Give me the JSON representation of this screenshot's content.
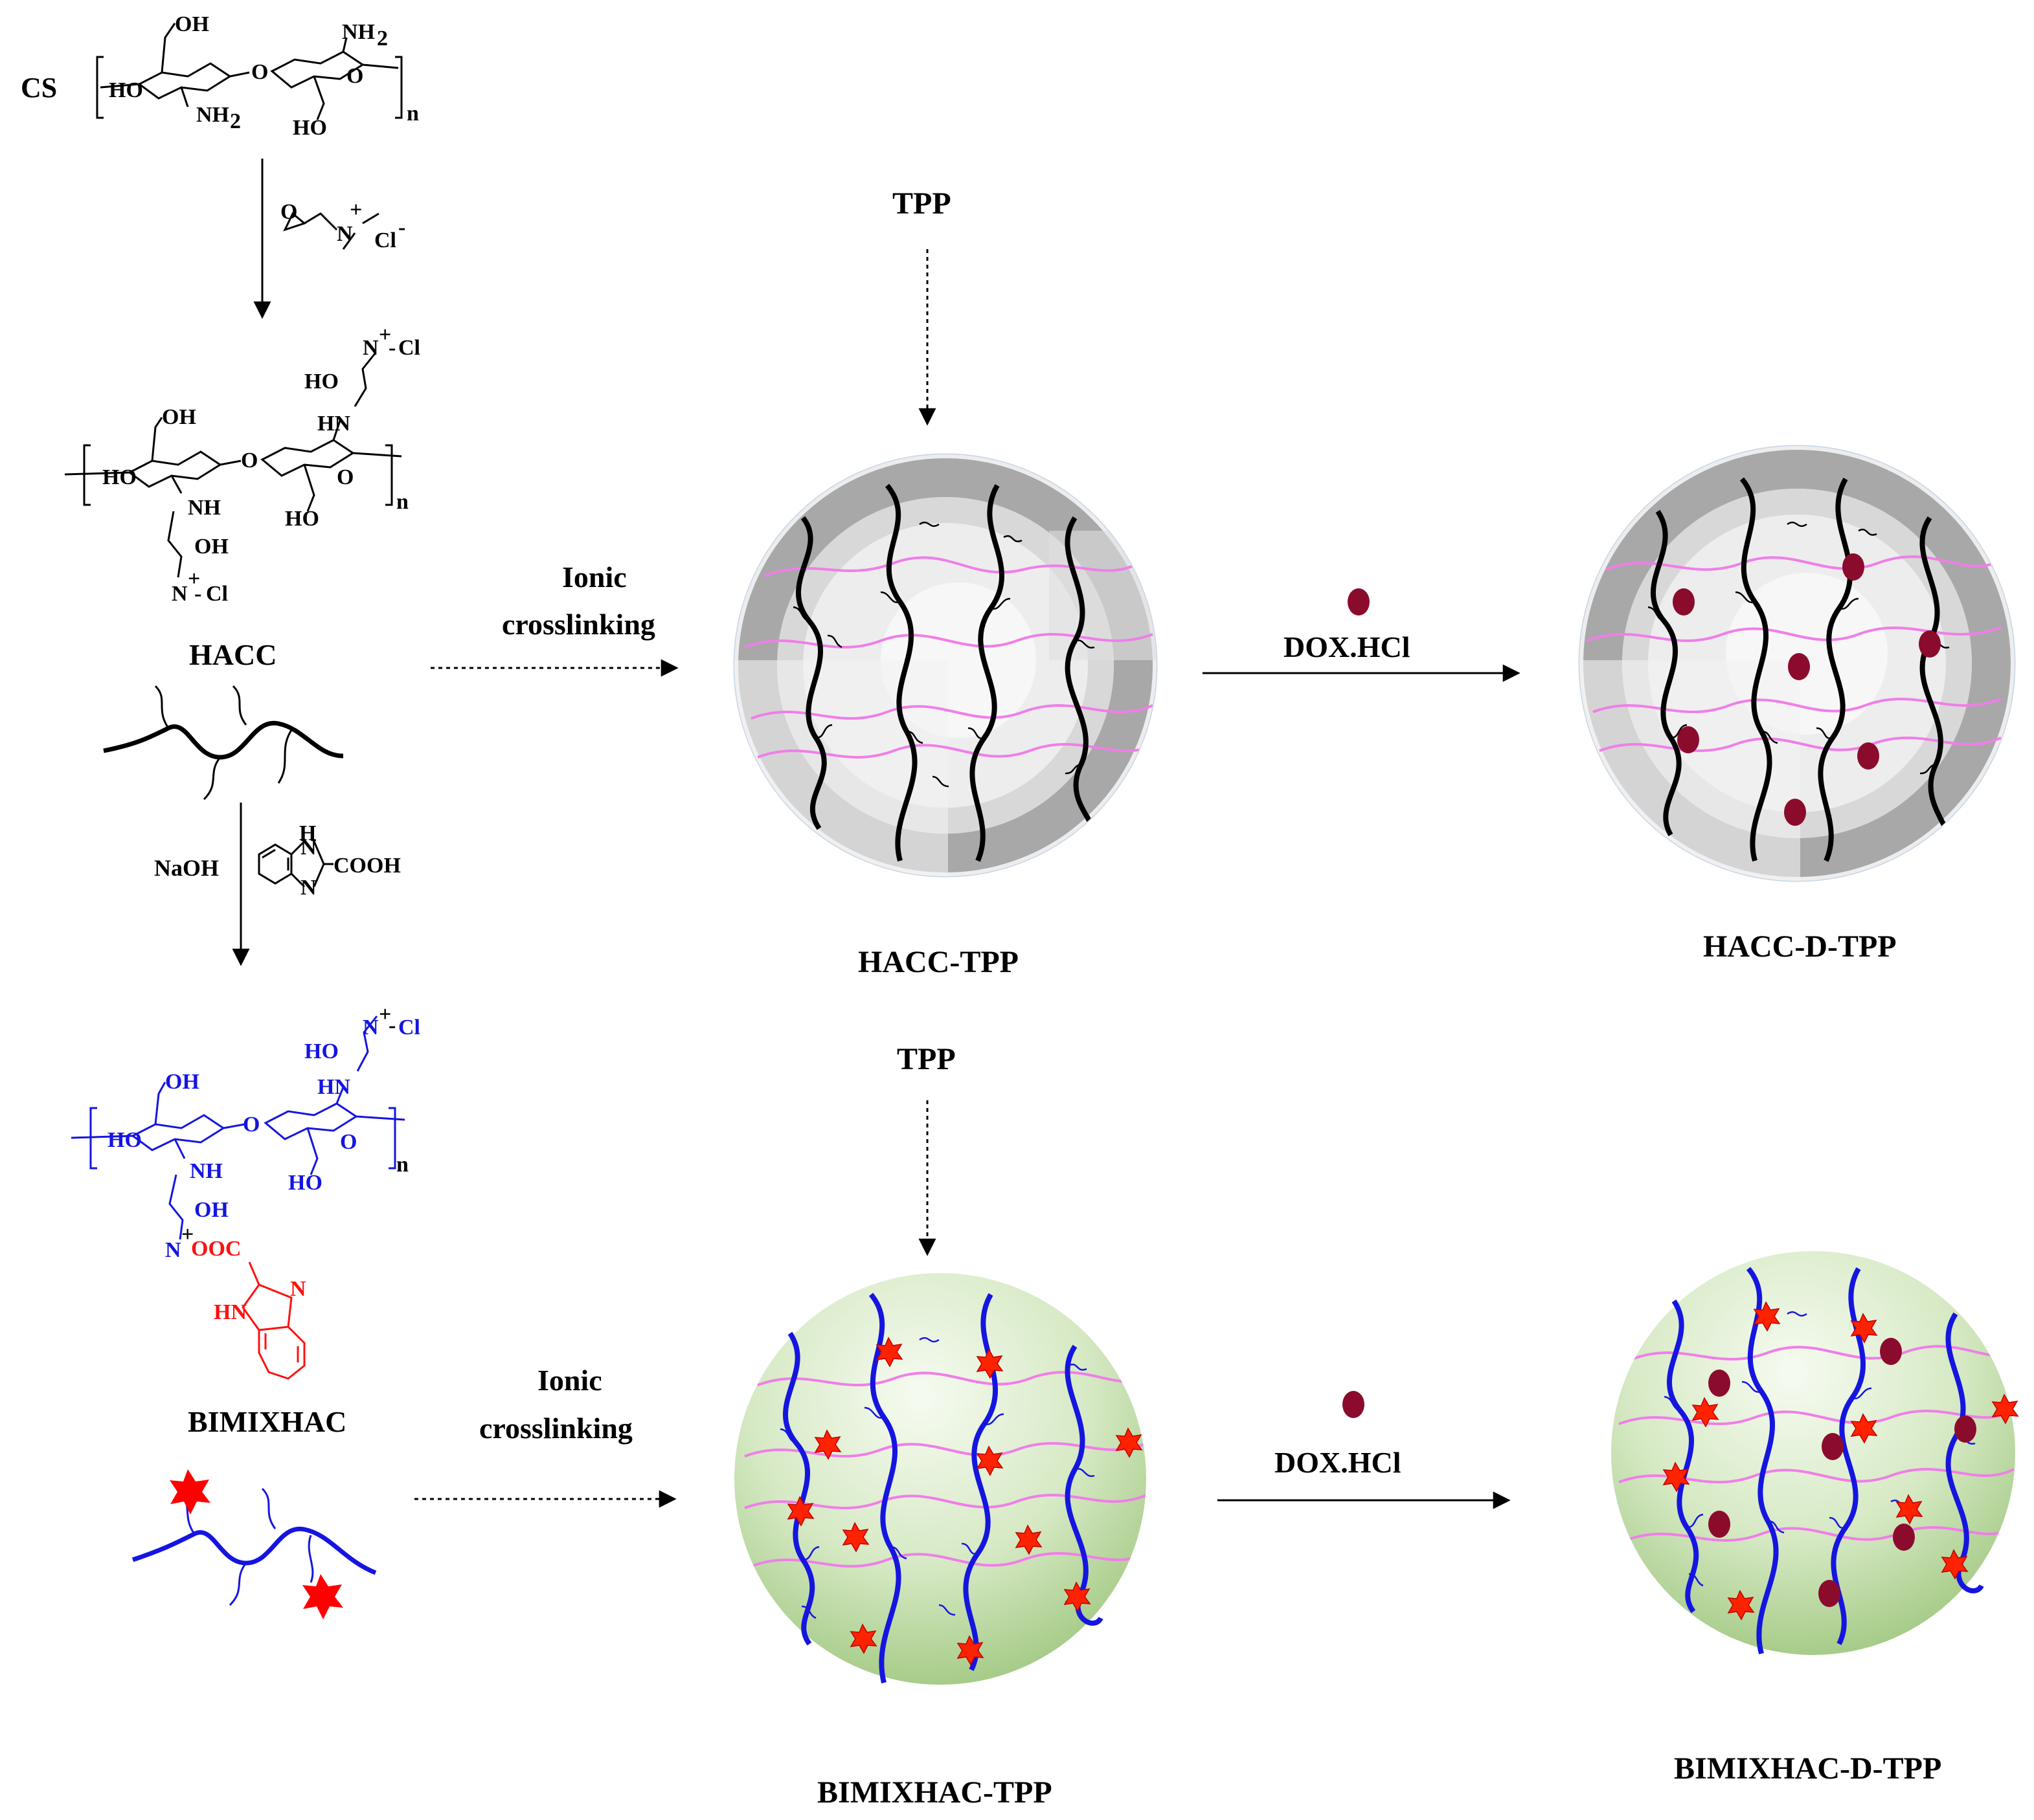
{
  "labels": {
    "cs": "CS",
    "hacc": "HACC",
    "bimixhac": "BIMIXHAC",
    "tpp_top": "TPP",
    "tpp_bottom": "TPP",
    "ionic_top_1": "Ionic",
    "ionic_top_2": "crosslinking",
    "ionic_bottom_1": "Ionic",
    "ionic_bottom_2": "crosslinking",
    "dox_top": "DOX.HCl",
    "dox_bottom": "DOX.HCl",
    "hacc_tpp": "HACC-TPP",
    "hacc_d_tpp": "HACC-D-TPP",
    "bimixhac_tpp": "BIMIXHAC-TPP",
    "bimixhac_d_tpp": "BIMIXHAC-D-TPP",
    "naoh": "NaOH",
    "cooh": "COOH",
    "subscript_n": "n",
    "atoms": {
      "oh": "OH",
      "ho": "HO",
      "nh2": "NH",
      "two": "2",
      "o": "O",
      "nh": "NH",
      "hn": "HN",
      "n": "N",
      "plus": "+",
      "minus": "-",
      "cl": "Cl",
      "ooc": "OOC",
      "h": "H"
    }
  },
  "colors": {
    "black": "#000000",
    "blue": "#1515e0",
    "red": "#ff1010",
    "pink": "#f07ee8",
    "dox": "#8b0b2d",
    "star": "#ff2200",
    "green_light": "#eef6e6",
    "green_dark": "#a9cd8a",
    "shell_grey": "#b8b8b8"
  }
}
